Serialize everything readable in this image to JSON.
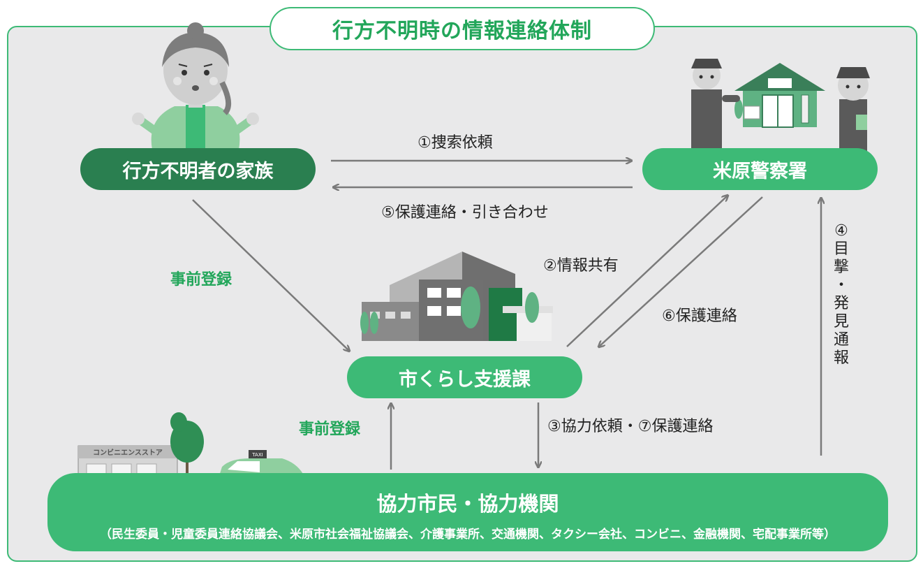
{
  "title": "行方不明時の情報連絡体制",
  "nodes": {
    "family": "行方不明者の家族",
    "police": "米原警察署",
    "city": "市くらし支援課",
    "coop_title": "協力市民・協力機関",
    "coop_members": "（民生委員・児童委員連絡協議会、米原市社会福祉協議会、介護事業所、交通機関、タクシー会社、コンビニ、金融機関、宅配事業所等）"
  },
  "labels": {
    "step1": "①捜索依頼",
    "step5": "⑤保護連絡・引き合わせ",
    "step2": "②情報共有",
    "step6": "⑥保護連絡",
    "step3_7": "③協力依頼・⑦保護連絡",
    "step4_num": "④",
    "step4_chars": [
      "目",
      "撃",
      "・",
      "発",
      "見",
      "通",
      "報"
    ],
    "pre_reg_1": "事前登録",
    "pre_reg_2": "事前登録"
  },
  "illustrations": {
    "store_sign": "コンビニエンスストア",
    "taxi_sign": "TAXI"
  },
  "colors": {
    "green": "#3dba76",
    "dark_green": "#2a7f50",
    "title_green": "#22a65a",
    "background": "#e9e9ea",
    "arrow": "#7a7a7a"
  }
}
